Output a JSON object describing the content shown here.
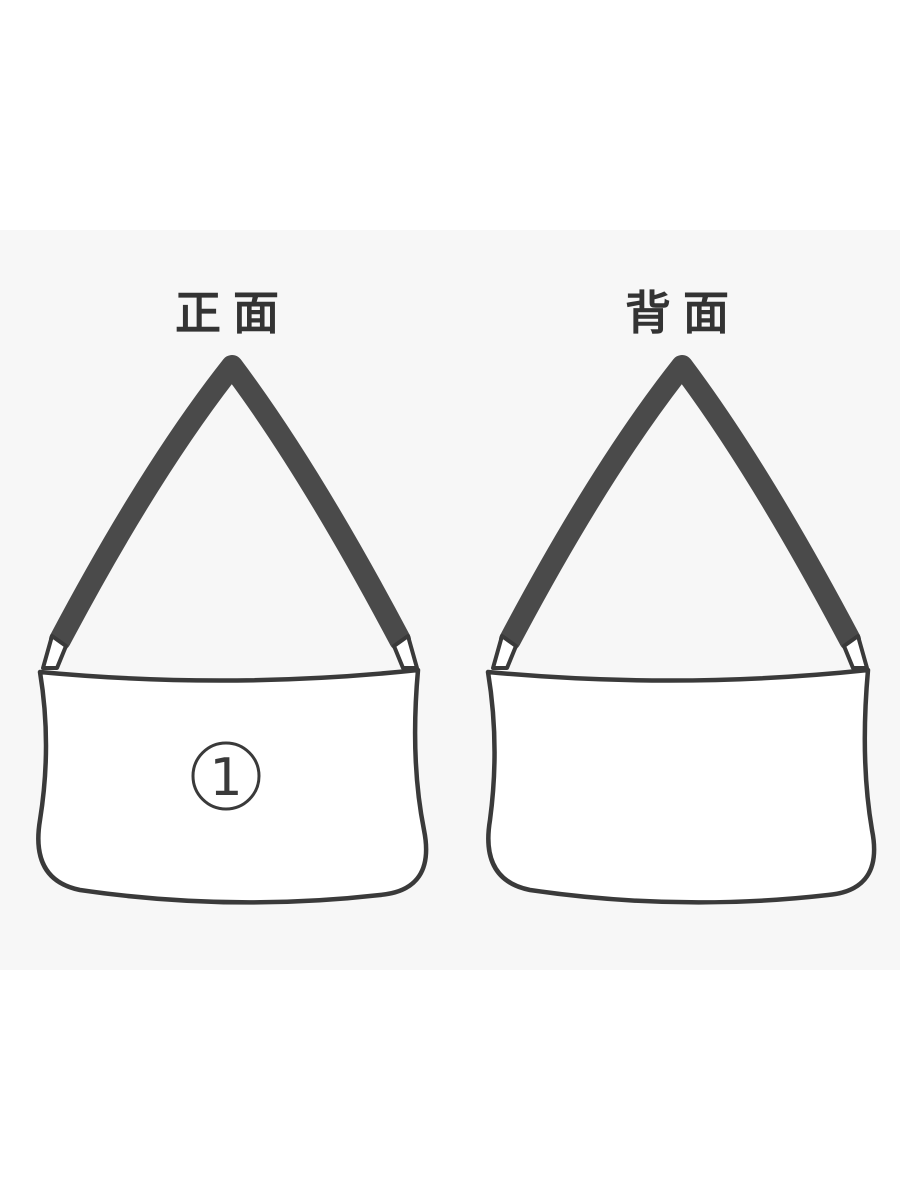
{
  "views": {
    "front": {
      "label": "正面",
      "marker": "①"
    },
    "back": {
      "label": "背面"
    }
  },
  "colors": {
    "background": "#ffffff",
    "band": "#f7f7f7",
    "outline": "#3a3a3a",
    "strap": "#4a4a4a",
    "label": "#333333"
  }
}
